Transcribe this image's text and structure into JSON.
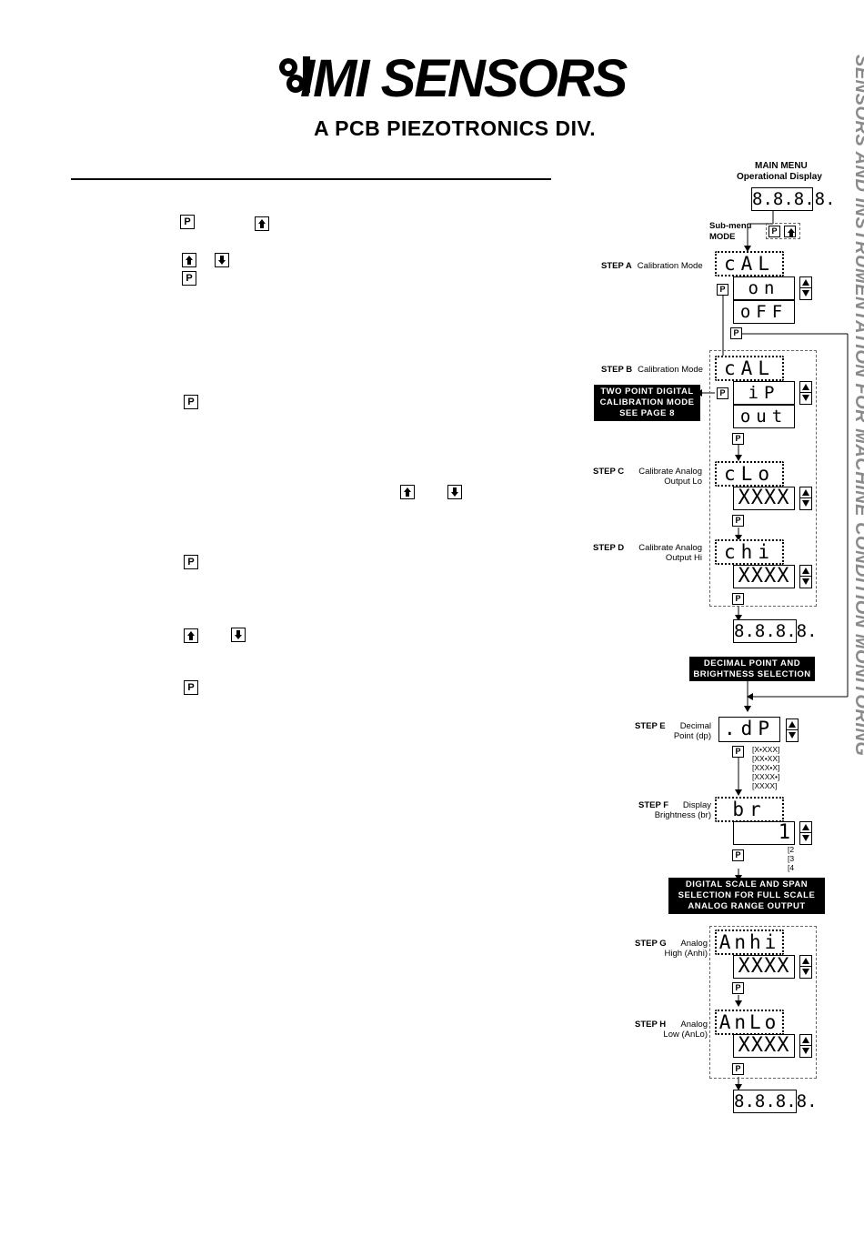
{
  "header": {
    "logo_brand": "IMI SENSORS",
    "logo_sub": "A PCB PIEZOTRONICS DIV.",
    "side_title": "SENSORS AND INSTRUMENTATION FOR MACHINE CONDITION MONITORING"
  },
  "keys": {
    "p": "P"
  },
  "diagram": {
    "main_menu_title": "MAIN MENU",
    "main_menu_sub": "Operational Display",
    "main_display": "8.8.8.8.",
    "submenu_label_1": "Sub-menu",
    "submenu_label_2": "MODE",
    "step_a": {
      "step": "STEP A",
      "text": "Calibration Mode",
      "top": "cAL",
      "opt1": "on",
      "opt2": "oFF"
    },
    "step_b": {
      "step": "STEP B",
      "text": "Calibration Mode",
      "top": "cAL",
      "opt1": "iP",
      "opt2": "out"
    },
    "two_point_box": [
      "TWO POINT DIGITAL",
      "CALIBRATION MODE",
      "SEE PAGE 8"
    ],
    "step_c": {
      "step": "STEP C",
      "text1": "Calibrate Analog",
      "text2": "Output Lo",
      "top": "cLo",
      "value": "XXXX"
    },
    "step_d": {
      "step": "STEP D",
      "text1": "Calibrate Analog",
      "text2": "Output Hi",
      "top": "chi",
      "value": "XXXX"
    },
    "mid_display": "8.8.8.8.",
    "decimal_box": [
      "DECIMAL POINT AND",
      "BRIGHTNESS SELECTION"
    ],
    "step_e": {
      "step": "STEP E",
      "text1": "Decimal",
      "text2": "Point (dp)",
      "top": ".dP",
      "options": [
        "[X•XXX]",
        "[XX•XX]",
        "[XXX•X]",
        "[XXXX•]",
        "[XXXX]"
      ]
    },
    "step_f": {
      "step": "STEP F",
      "text1": "Display",
      "text2": "Brightness (br)",
      "top": "br",
      "value": "1",
      "options": [
        "[2",
        "[3",
        "[4"
      ]
    },
    "digital_box": [
      "DIGITAL SCALE AND SPAN",
      "SELECTION FOR FULL SCALE",
      "ANALOG RANGE OUTPUT"
    ],
    "step_g": {
      "step": "STEP G",
      "text1": "Analog",
      "text2": "High (Anhi)",
      "top": "Anhi",
      "value": "XXXX"
    },
    "step_h": {
      "step": "STEP H",
      "text1": "Analog",
      "text2": "Low (AnLo)",
      "top": "AnLo",
      "value": "XXXX"
    },
    "bottom_display": "8.8.8.8."
  }
}
